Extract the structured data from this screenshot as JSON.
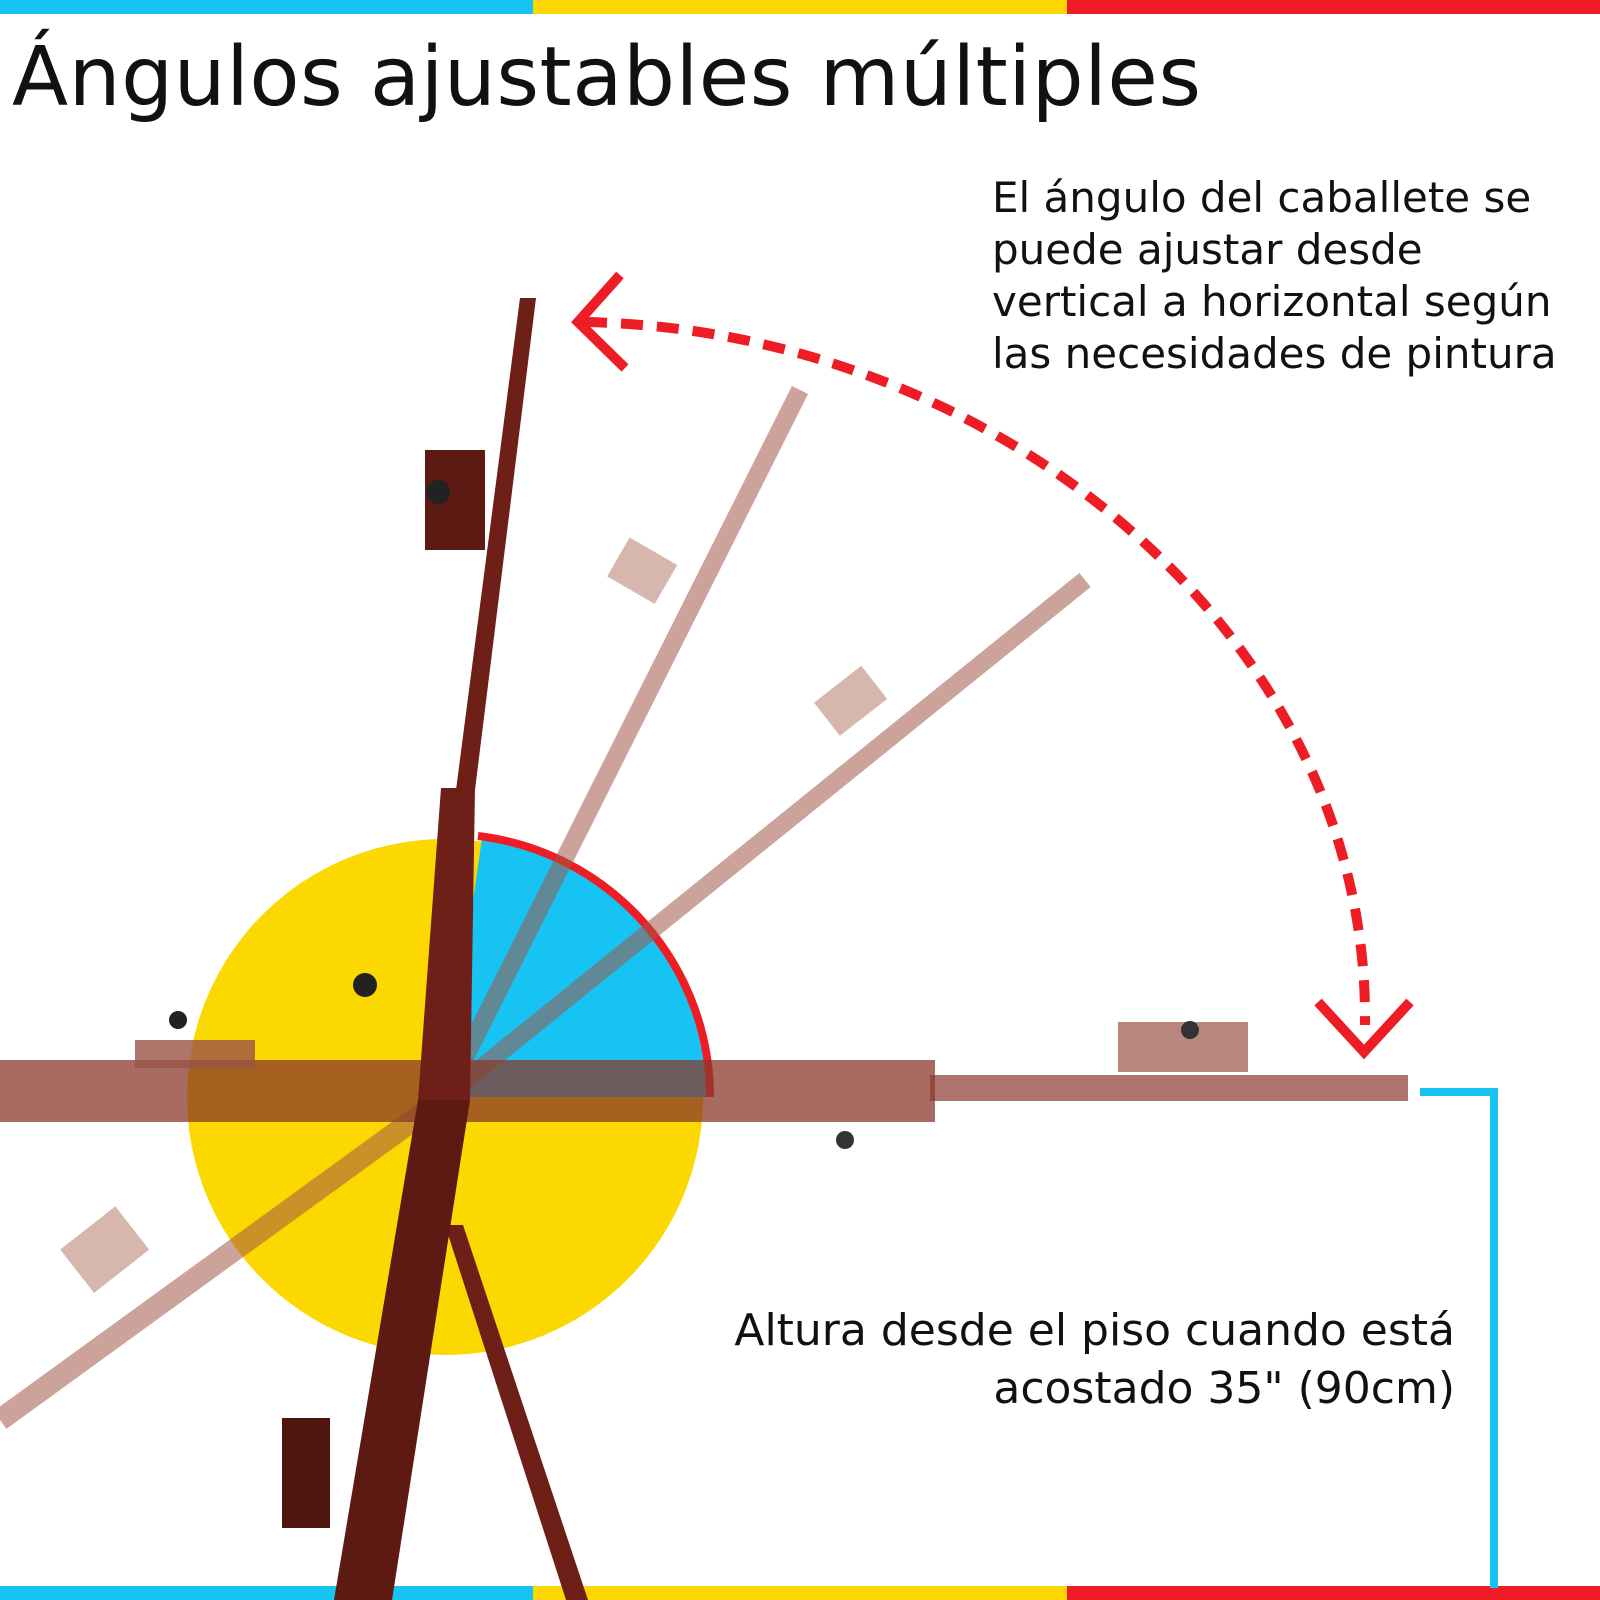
{
  "title": "Ángulos ajustables múltiples",
  "angle_description": [
    "El ángulo del caballete se",
    "puede ajustar desde",
    "vertical a horizontal según",
    "las necesidades de pintura"
  ],
  "height_description": [
    "Altura desde el piso cuando está",
    "acostado 35\" (90cm)"
  ],
  "colors": {
    "blue": "#16c3f2",
    "yellow": "#fbd800",
    "red": "#ee1c24",
    "wood": "#6e1f17",
    "wood_light": "#a0584a"
  },
  "icons": {
    "curved_arrow": "dashed-curved-double-arrow-icon",
    "height_bracket": "height-bracket-icon",
    "angle_circle": "angle-circle-icon"
  }
}
